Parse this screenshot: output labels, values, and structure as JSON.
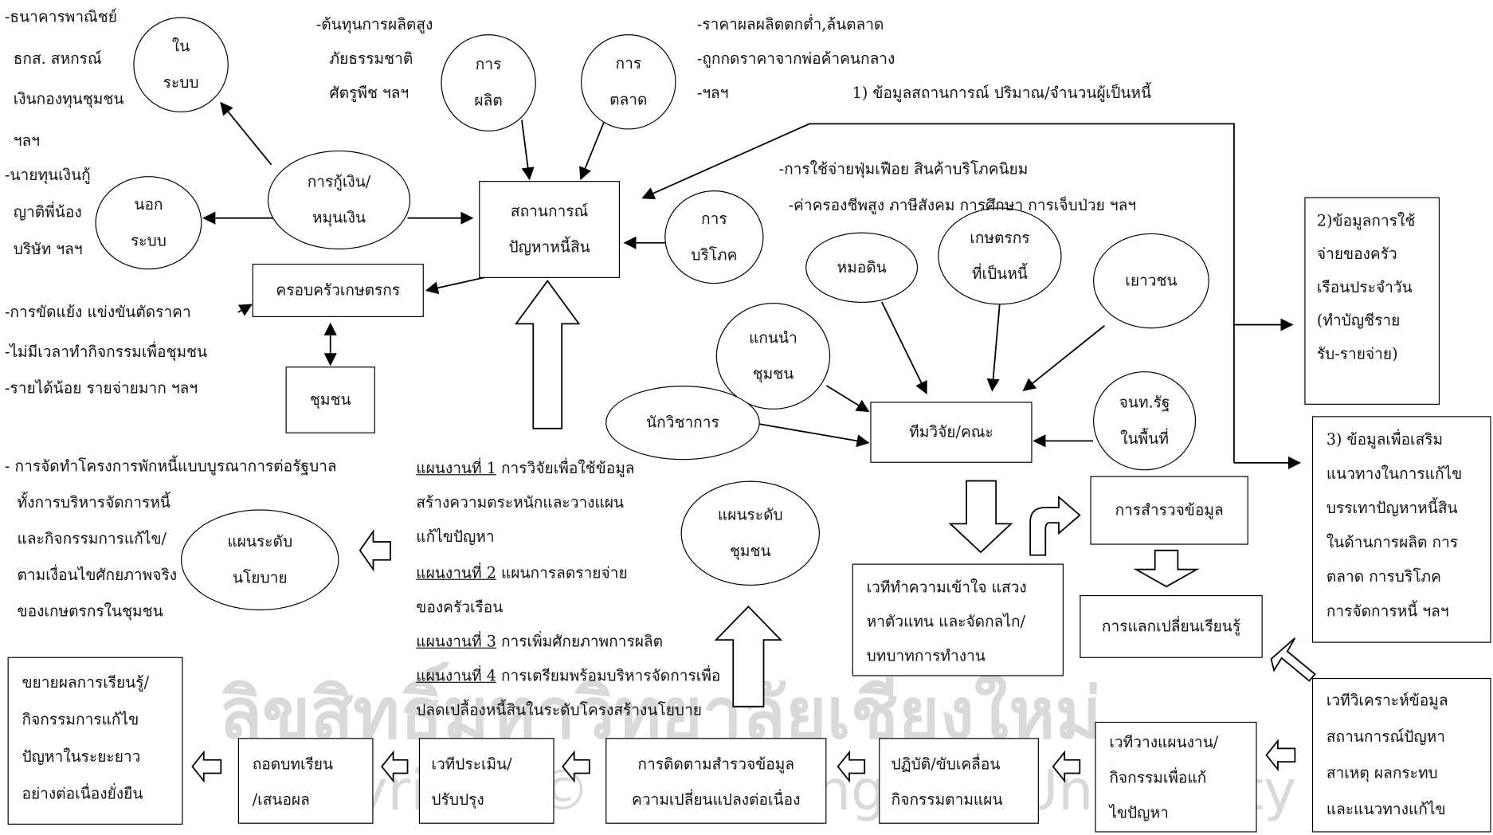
{
  "watermark": {
    "thai": "ลิขสิทธิ์มหาวิทยาลัยเชียงใหม่",
    "copyright": "Copyright © by Chiang Mai University",
    "color": "#d9d9d9"
  },
  "left_notes": {
    "bank": "-ธนาคารพาณิชย์",
    "baac": "ธกส. สหกรณ์",
    "fund": "เงินกองทุนชุมชน",
    "etc1": "ฯลฯ",
    "lender": "-นายทุนเงินกู้",
    "relatives": "ญาติพี่น้อง",
    "company": "บริษัท ฯลฯ"
  },
  "nodes": {
    "in_system": "ใน\nระบบ",
    "out_system": "นอก\nระบบ",
    "borrowing": "การกู้เงิน/\nหมุนเงิน",
    "production": "การ\nผลิต",
    "marketing": "การ\nตลาด",
    "consumption": "การ\nบริโภค",
    "debt_problem": "สถานการณ์\nปัญหาหนี้สิน",
    "farmer_family": "ครอบครัวเกษตรกร",
    "community": "ชุมชน",
    "soil_doctor": "หมอดิน",
    "debtor_farmers": "เกษตรกร\nที่เป็นหนี้",
    "youth": "เยาวชน",
    "community_leader": "แกนนำ\nชุมชน",
    "academic": "นักวิชาการ",
    "state_officer": "จนท.รัฐ\nในพื้นที่",
    "research_team": "ทีมวิจัย/คณะ",
    "community_plan": "แผนระดับ\nชุมชน",
    "policy_plan": "แผนระดับ\nนโยบาย"
  },
  "production_notes": [
    "-ต้นทุนการผลิตสูง",
    "ภัยธรรมชาติ",
    "ศัตรูพืช ฯลฯ"
  ],
  "market_notes": [
    "-ราคาผลผลิตตกต่ำ,ล้นตลาด",
    "-ถูกกดราคาจากพ่อค้าคนกลาง",
    "-ฯลฯ"
  ],
  "info1": "1) ข้อมูลสถานการณ์ ปริมาณ/จำนวนผู้เป็นหนี้",
  "consumption_notes": [
    "-การใช้จ่ายฟุ่มเฟือย สินค้าบริโภคนิยม",
    "-ค่าครองชีพสูง ภาษีสังคม การศึกษา การเจ็บป่วย ฯลฯ"
  ],
  "family_notes": [
    "-การขัดแย้ง แข่งขันตัดราคา",
    "-ไม่มีเวลาทำกิจกรรมเพื่อชุมชน",
    "-รายได้น้อย รายจ่ายมาก ฯลฯ"
  ],
  "info2": [
    "2)ข้อมูลการใช้",
    "จ่ายของครัว",
    "เรือนประจำวัน",
    "(ทำบัญชีราย",
    "รับ-รายจ่าย)"
  ],
  "info3": [
    "3) ข้อมูลเพื่อเสริม",
    "แนวทางในการแก้ไข",
    "บรรเทาปัญหาหนี้สิน",
    "ในด้านการผลิต การ",
    "ตลาด  การบริโภค",
    "การจัดการหนี้ ฯลฯ"
  ],
  "policy_notes": [
    "- การจัดทำโครงการพักหนี้แบบบูรณาการต่อรัฐบาล",
    "ทั้งการบริหารจัดการหนี้",
    "และกิจกรรมการแก้ไข/",
    "ตามเงื่อนไขศักยภาพจริง",
    "ของเกษตรกรในชุมชน"
  ],
  "workplans": [
    {
      "label": "แผนงานที่ 1",
      "text": " การวิจัยเพื่อใช้ข้อมูล",
      "cont": [
        "สร้างความตระหนักและวางแผน",
        "แก้ไขปัญหา"
      ]
    },
    {
      "label": "แผนงานที่ 2",
      "text": " แผนการลดรายจ่าย",
      "cont": [
        "ของครัวเรือน"
      ]
    },
    {
      "label": "แผนงานที่ 3",
      "text": " การเพิ่มศักยภาพการผลิต",
      "cont": []
    },
    {
      "label": "แผนงานที่ 4",
      "text": " การเตรียมพร้อมบริหารจัดการเพื่อ",
      "cont": [
        "ปลดเปลื้องหนี้สินในระดับโครงสร้างนโยบาย"
      ]
    }
  ],
  "process": {
    "survey": "การสำรวจข้อมูล",
    "exchange": "การแลกเปลี่ยนเรียนรู้",
    "forum_understanding": [
      "เวทีทำความเข้าใจ แสวง",
      "หาตัวแทน และจัดกลไก/",
      "บทบาทการทำงาน"
    ],
    "forum_analysis": [
      "เวทีวิเคราะห์ข้อมูล",
      "สถานการณ์ปัญหา",
      "สาเหตุ ผลกระทบ",
      "และแนวทางแก้ไข"
    ],
    "forum_planning": [
      "เวทีวางแผนงาน/",
      "กิจกรรมเพื่อแก้",
      "ไขปัญหา"
    ],
    "implement": [
      "ปฏิบัติ/ขับเคลื่อน",
      "กิจกรรมตามแผน"
    ],
    "monitoring": [
      "การติดตามสำรวจข้อมูล",
      "ความเปลี่ยนแปลงต่อเนื่อง"
    ],
    "evaluation": [
      "เวทีประเมิน/",
      "ปรับปรุง"
    ],
    "lessons": [
      "ถอดบทเรียน",
      "/เสนอผล"
    ],
    "expand": [
      "ขยายผลการเรียนรู้/",
      "กิจกรรมการแก้ไข",
      "ปัญหาในระยะยาว",
      "อย่างต่อเนื่องยั่งยืน"
    ]
  }
}
